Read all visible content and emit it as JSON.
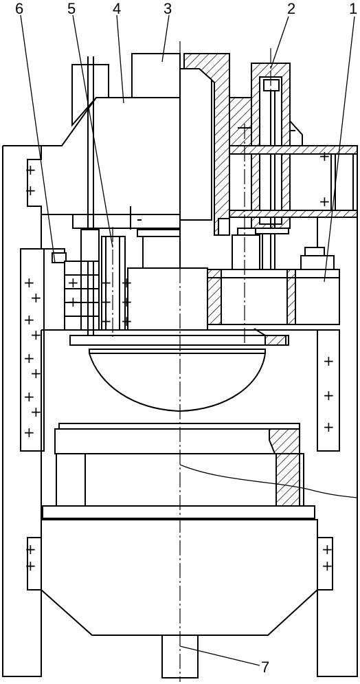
{
  "labels": [
    {
      "id": "1",
      "text": "1"
    },
    {
      "id": "2",
      "text": "2"
    },
    {
      "id": "3",
      "text": "3"
    },
    {
      "id": "4",
      "text": "4"
    },
    {
      "id": "5",
      "text": "5"
    },
    {
      "id": "6",
      "text": "6"
    },
    {
      "id": "7",
      "text": "7"
    }
  ],
  "marks": {
    "plus": "+"
  }
}
